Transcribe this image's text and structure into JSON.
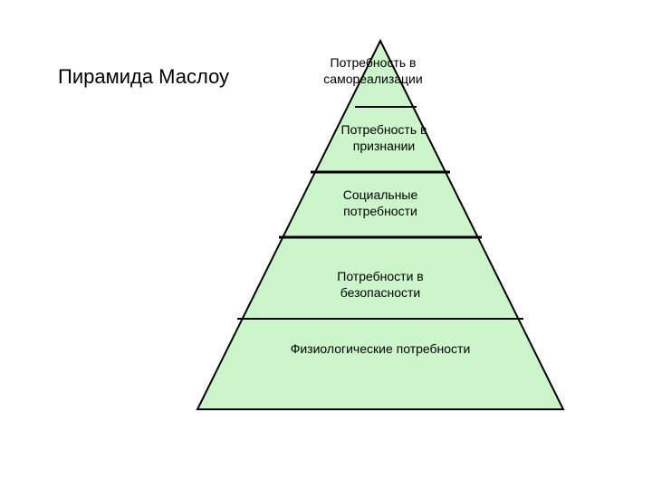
{
  "title": "Пирамида Маслоу",
  "colors": {
    "fill": "#ccf5cc",
    "stroke": "#000000"
  },
  "levels": [
    {
      "line1": "Потребность в",
      "line2": "самореализации"
    },
    {
      "line1": "Потребность в",
      "line2": "признании"
    },
    {
      "line1": "Социальные",
      "line2": "потребности"
    },
    {
      "line1": "Потребности в",
      "line2": "безопасности"
    },
    {
      "line1": "Физиологические потребности",
      "line2": ""
    }
  ]
}
